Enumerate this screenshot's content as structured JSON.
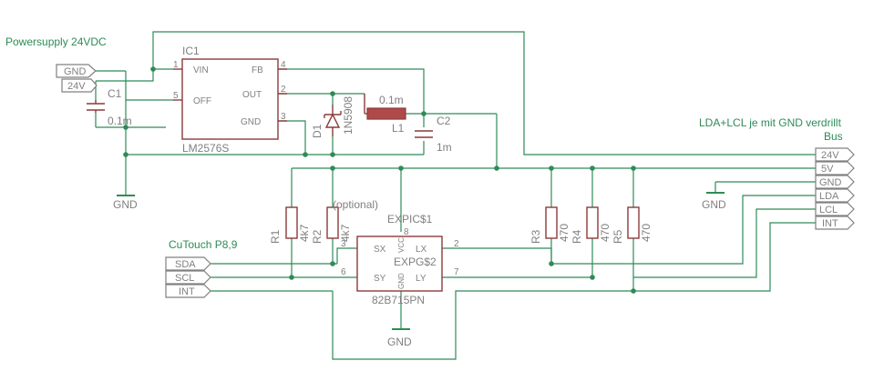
{
  "notes": {
    "power": "Powersupply 24VDC",
    "bus": "LDA+LCL je mit GND verdrillt",
    "bus_title": "Bus",
    "cutouch": "CuTouch P8,9",
    "optional": "(optional)"
  },
  "ic1": {
    "ref": "IC1",
    "value": "LM2576S",
    "pin_vin": "VIN",
    "pin_off": "OFF",
    "pin_fb": "FB",
    "pin_out": "OUT",
    "pin_gnd": "GND",
    "n1": "1",
    "n5": "5",
    "n4": "4",
    "n2": "2",
    "n3": "3"
  },
  "ic2": {
    "ref": "EXPIC$1",
    "part": "EXPG$2",
    "value": "82B715PN",
    "pin_sx": "SX",
    "pin_sy": "SY",
    "pin_lx": "LX",
    "pin_ly": "LY",
    "pin_vcc": "VCC",
    "pin_gnd": "GND",
    "n3": "3",
    "n6": "6",
    "n2": "2",
    "n7": "7",
    "n8": "8"
  },
  "parts": {
    "c1_ref": "C1",
    "c1_val": "0.1m",
    "c2_ref": "C2",
    "c2_val": "1m",
    "l1_ref": "L1",
    "l1_val": "0.1m",
    "d1_ref": "D1",
    "d1_val": "1N5908",
    "r1_ref": "R1",
    "r1_val": "4k7",
    "r2_ref": "R2",
    "r2_val": "4k7",
    "r3_ref": "R3",
    "r3_val": "470",
    "r4_ref": "R4",
    "r4_val": "470",
    "r5_ref": "R5",
    "r5_val": "470"
  },
  "gnd_symbols": {
    "g1": "GND",
    "g2": "GND",
    "g3": "GND"
  },
  "left_power_labels": [
    "GND",
    "24V"
  ],
  "cutouch_labels": [
    "SDA",
    "SCL",
    "INT"
  ],
  "bus_labels": [
    "24V",
    "5V",
    "GND",
    "LDA",
    "LCL",
    "INT"
  ]
}
